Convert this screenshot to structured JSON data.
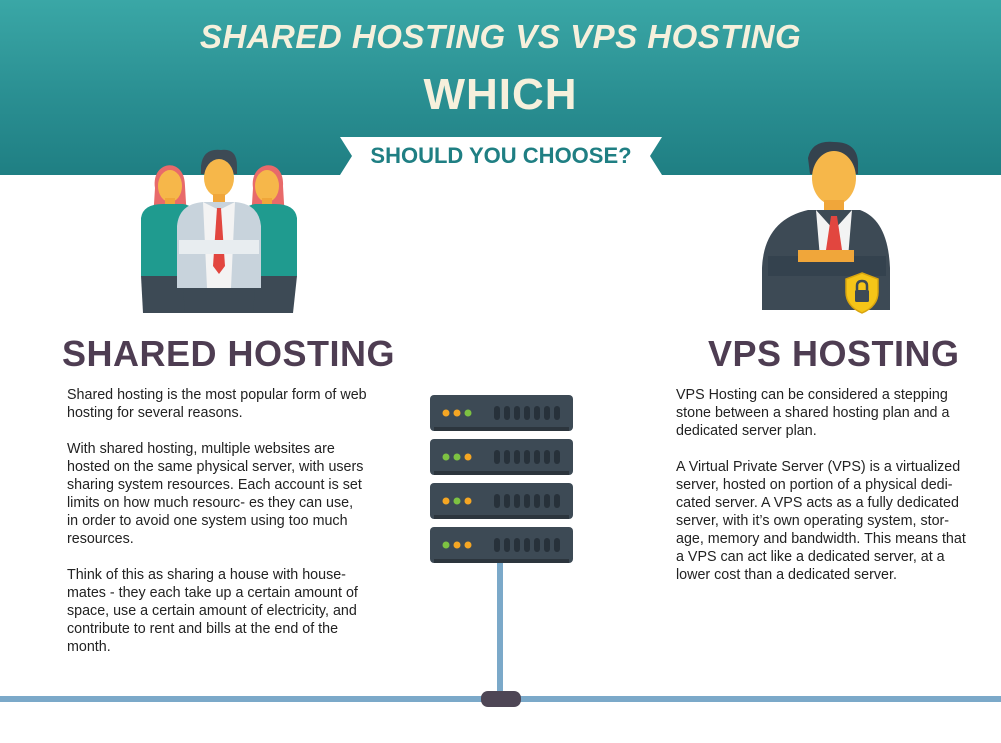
{
  "header": {
    "title": "SHARED HOSTING VS VPS HOSTING",
    "which": "WHICH",
    "subtitle": "SHOULD YOU CHOOSE?"
  },
  "shared": {
    "heading": "SHARED HOSTING",
    "paragraphs": [
      "Shared hosting is the most popular form of web hosting for several reasons.",
      "With shared hosting, multiple websites are hosted on the same physical server, with users sharing system resources. Each account is set limits on how much resourc- es they can use, in order to avoid one system using too much resources.",
      "Think of this as sharing a house with house- mates - they each take up a certain amount of space, use a certain amount of electricity, and contribute to rent and bills at the end of the month."
    ]
  },
  "vps": {
    "heading": "VPS HOSTING",
    "paragraphs": [
      "VPS Hosting can be considered a stepping stone between a shared hosting plan and a dedicated server plan.",
      "A Virtual Private Server (VPS) is a virtualized server, hosted on portion of a physical dedi- cated server. A VPS acts as a fully dedicated server, with it’s own operating system, stor- age, memory and bandwidth. This means that a VPS can act like a dedicated server, at a lower cost than a dedicated server."
    ]
  },
  "icons": {
    "group": "group-of-people-icon",
    "businessman": "businessman-icon",
    "lock": "lock-shield-icon",
    "server": "server-rack-icon",
    "network": "network-cable-icon"
  },
  "colors": {
    "banner": "#2a8f92",
    "heading": "#4e3d52",
    "cream": "#f6f0dc",
    "server": "#3d4a55",
    "cable": "#7ba9c9"
  }
}
